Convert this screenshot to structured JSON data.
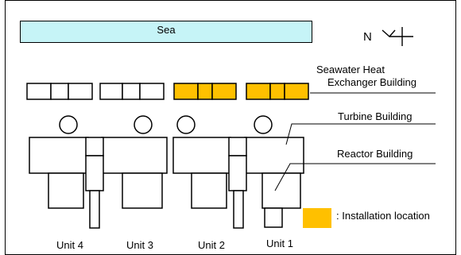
{
  "sea": {
    "label": "Sea",
    "color": "#c6f4f7"
  },
  "north": {
    "label": "N"
  },
  "labels": {
    "seawater_line1": "Seawater Heat",
    "seawater_line2": "Exchanger Building",
    "turbine": "Turbine Building",
    "reactor": "Reactor Building",
    "legend": ": Installation location"
  },
  "units": [
    "Unit 4",
    "Unit 3",
    "Unit 2",
    "Unit 1"
  ],
  "highlight_color": "#ffc000",
  "installation_highlighted_units": [
    "Unit 2",
    "Unit 1"
  ]
}
